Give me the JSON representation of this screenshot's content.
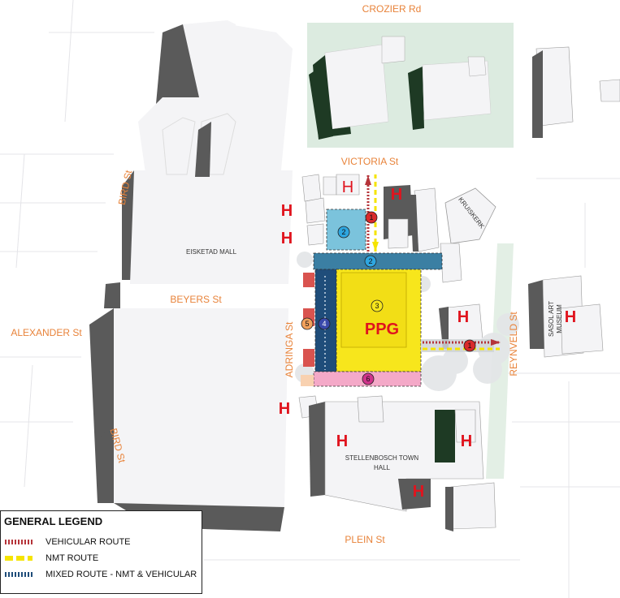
{
  "streets": {
    "crozier": "CROZIER Rd",
    "victoria": "VICTORIA St",
    "bird_north": "BIRD St",
    "bird_south": "BIRD St",
    "beyers": "BEYERS St",
    "alexander": "ALEXANDER St",
    "adringa": "ADRINGA St",
    "reynveld": "REYNVELD St",
    "plein": "PLEIN St"
  },
  "buildings": {
    "eisketad": "EISKETAD MALL",
    "kruiskerk": "KRUISKERK",
    "sasol_line1": "SASOL ART",
    "sasol_line2": "MUSEUM",
    "town_hall_line1": "STELLENBOSCH TOWN",
    "town_hall_line2": "HALL"
  },
  "site": {
    "label": "PPG"
  },
  "heritage_marker": "H",
  "zone_numbers": [
    "1",
    "2",
    "3",
    "4",
    "5",
    "6"
  ],
  "legend": {
    "title": "GENERAL LEGEND",
    "items": [
      {
        "label": "VEHICULAR ROUTE",
        "color": "#b5343a"
      },
      {
        "label": "NMT ROUTE",
        "color": "#f5e400"
      },
      {
        "label": "MIXED ROUTE - NMT & VEHICULAR",
        "color": "#1f4d7a"
      }
    ]
  },
  "colors": {
    "building_top": "#f4f4f6",
    "building_shadow": "#5a5a5a",
    "park": "#dcebe0",
    "tree_block": "#1e3a24",
    "ppg_yellow": "#f7e61c",
    "zone_blue_light": "#7bc3dc",
    "zone_blue_dark": "#1f4d7a",
    "zone_pink": "#f4a9c8",
    "zone_red": "#d9534f",
    "marker_red": "#e0141e",
    "street_orange": "#e8833a"
  }
}
